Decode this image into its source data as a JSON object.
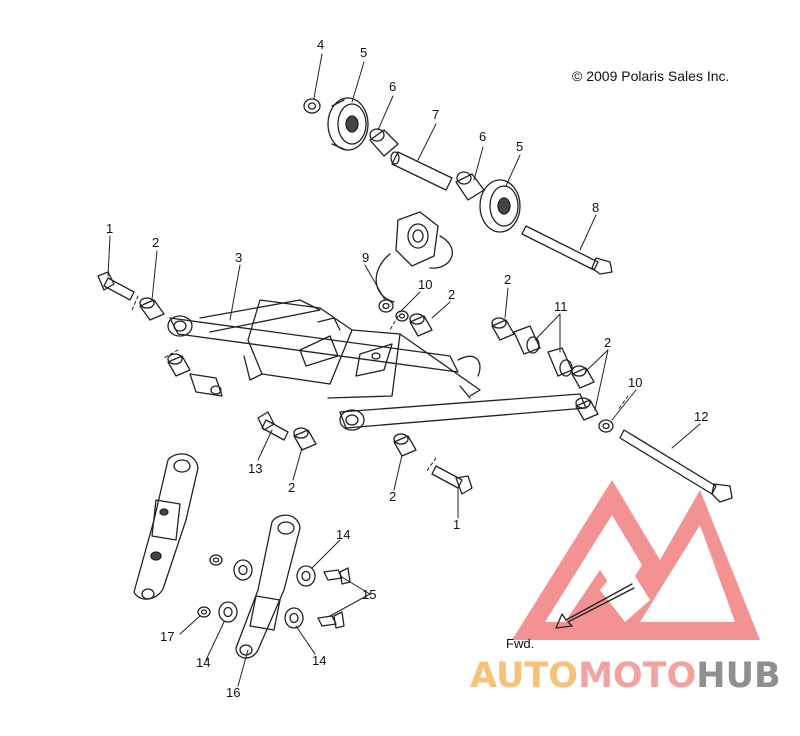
{
  "copyright": "© 2009 Polaris Sales Inc.",
  "direction_label": "Fwd.",
  "watermark": {
    "part1": "AUTO",
    "part2": "MOTO",
    "part3": "HUB",
    "colors": {
      "auto": "#f6c178",
      "moto": "#f3a2a2",
      "hub": "#8f8f8f",
      "logo": "#f07f7f"
    }
  },
  "callouts": [
    {
      "id": "c-4",
      "label": "4"
    },
    {
      "id": "c-5a",
      "label": "5"
    },
    {
      "id": "c-6a",
      "label": "6"
    },
    {
      "id": "c-7",
      "label": "7"
    },
    {
      "id": "c-6b",
      "label": "6"
    },
    {
      "id": "c-5b",
      "label": "5"
    },
    {
      "id": "c-8",
      "label": "8"
    },
    {
      "id": "c-1a",
      "label": "1"
    },
    {
      "id": "c-2a",
      "label": "2"
    },
    {
      "id": "c-3",
      "label": "3"
    },
    {
      "id": "c-9",
      "label": "9"
    },
    {
      "id": "c-10a",
      "label": "10"
    },
    {
      "id": "c-2b",
      "label": "2"
    },
    {
      "id": "c-2c",
      "label": "2"
    },
    {
      "id": "c-11",
      "label": "11"
    },
    {
      "id": "c-2d",
      "label": "2"
    },
    {
      "id": "c-10b",
      "label": "10"
    },
    {
      "id": "c-12",
      "label": "12"
    },
    {
      "id": "c-13",
      "label": "13"
    },
    {
      "id": "c-2e",
      "label": "2"
    },
    {
      "id": "c-2f",
      "label": "2"
    },
    {
      "id": "c-1b",
      "label": "1"
    },
    {
      "id": "c-14a",
      "label": "14"
    },
    {
      "id": "c-15",
      "label": "15"
    },
    {
      "id": "c-17",
      "label": "17"
    },
    {
      "id": "c-14b",
      "label": "14"
    },
    {
      "id": "c-14c",
      "label": "14"
    },
    {
      "id": "c-16",
      "label": "16"
    }
  ]
}
